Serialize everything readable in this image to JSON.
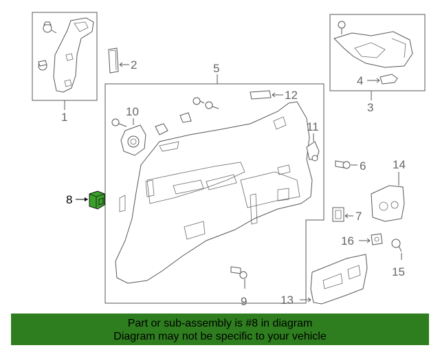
{
  "callouts": {
    "c1": "1",
    "c2": "2",
    "c3": "3",
    "c4": "4",
    "c5": "5",
    "c6": "6",
    "c7": "7",
    "c8": "8",
    "c9": "9",
    "c10": "10",
    "c11": "11",
    "c12": "12",
    "c13": "13",
    "c14": "14",
    "c15": "15",
    "c16": "16"
  },
  "highlight": {
    "part_number": "8",
    "color": "#3aa02a"
  },
  "banner": {
    "line1": "Part or sub-assembly is #8 in diagram",
    "line2": "Diagram may not be specific to your vehicle",
    "background": "#2e7d1f"
  }
}
